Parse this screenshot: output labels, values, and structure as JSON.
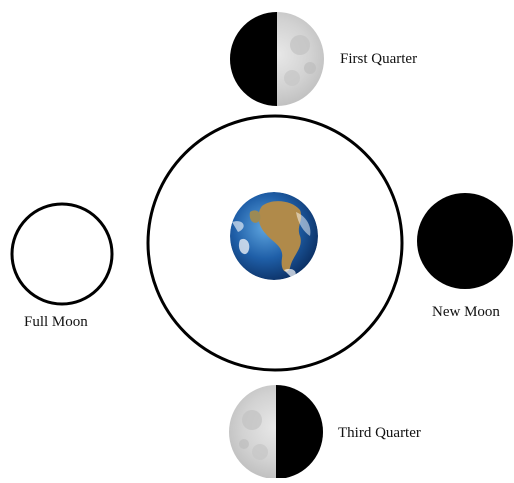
{
  "labels": {
    "first_quarter": "First Quarter",
    "full_moon": "Full Moon",
    "new_moon": "New Moon",
    "third_quarter": "Third Quarter"
  },
  "colors": {
    "background": "#ffffff",
    "shadow": "#000000",
    "moon_lit": "#d9d9d9",
    "orbit_stroke": "#000000",
    "earth_ocean": "#1f5fa8",
    "earth_land": "#b08a4a"
  }
}
